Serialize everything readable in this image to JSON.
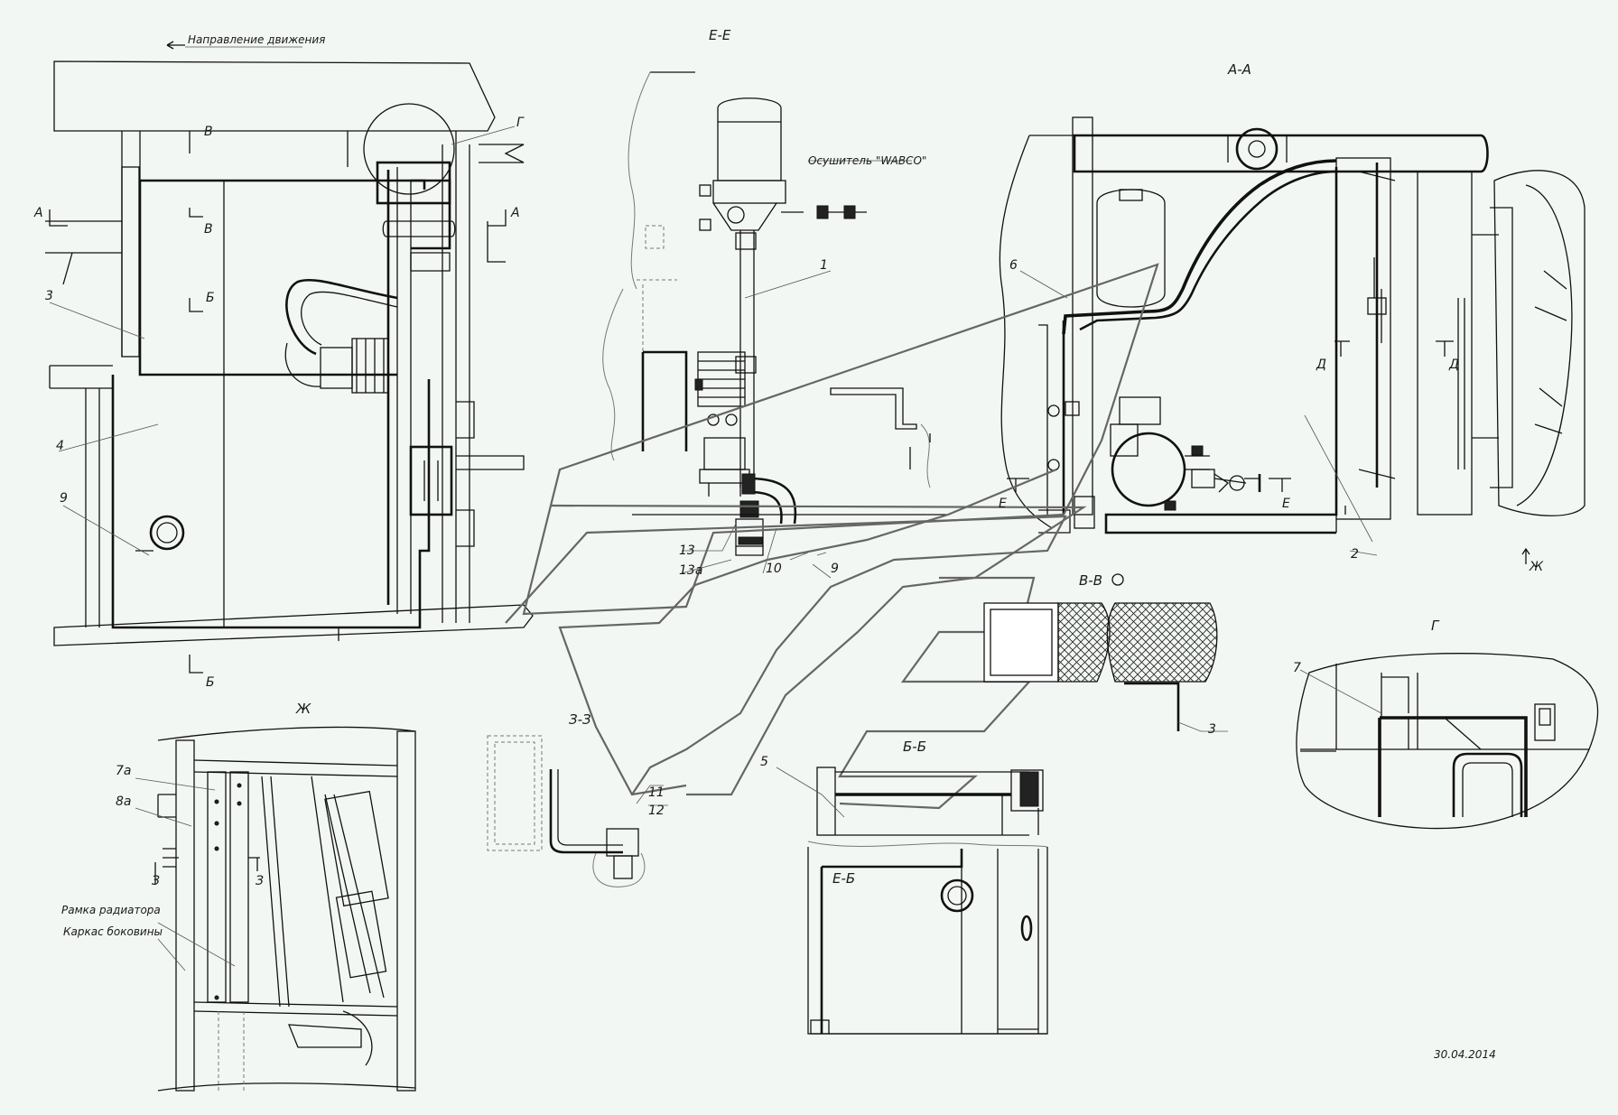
{
  "direction_label": "Направление движения",
  "dryer_label": "Осушитель \"WABCO\"",
  "date": "30.04.2014",
  "section_titles": {
    "ee": "Е-Е",
    "aa": "А-А",
    "vv": "В-В",
    "g": "Г",
    "zh": "Ж",
    "zz": "З-З",
    "bb": "Б-Б",
    "eb": "Е-Б"
  },
  "cut_marks": {
    "a": "А",
    "b": "Б",
    "v": "В",
    "g": "Г",
    "d": "Д",
    "e": "Е",
    "zh": "Ж",
    "z": "З"
  },
  "positions": {
    "p1": "1",
    "p2": "2",
    "p3": "3",
    "p4": "4",
    "p5": "5",
    "p6": "6",
    "p7": "7",
    "p7a": "7а",
    "p8a": "8а",
    "p9": "9",
    "p10": "10",
    "p11": "11",
    "p12": "12",
    "p13": "13",
    "p13a": "13а"
  },
  "notes": {
    "radiator_frame": "Рамка радиатора",
    "side_frame": "Каркас боковины"
  }
}
